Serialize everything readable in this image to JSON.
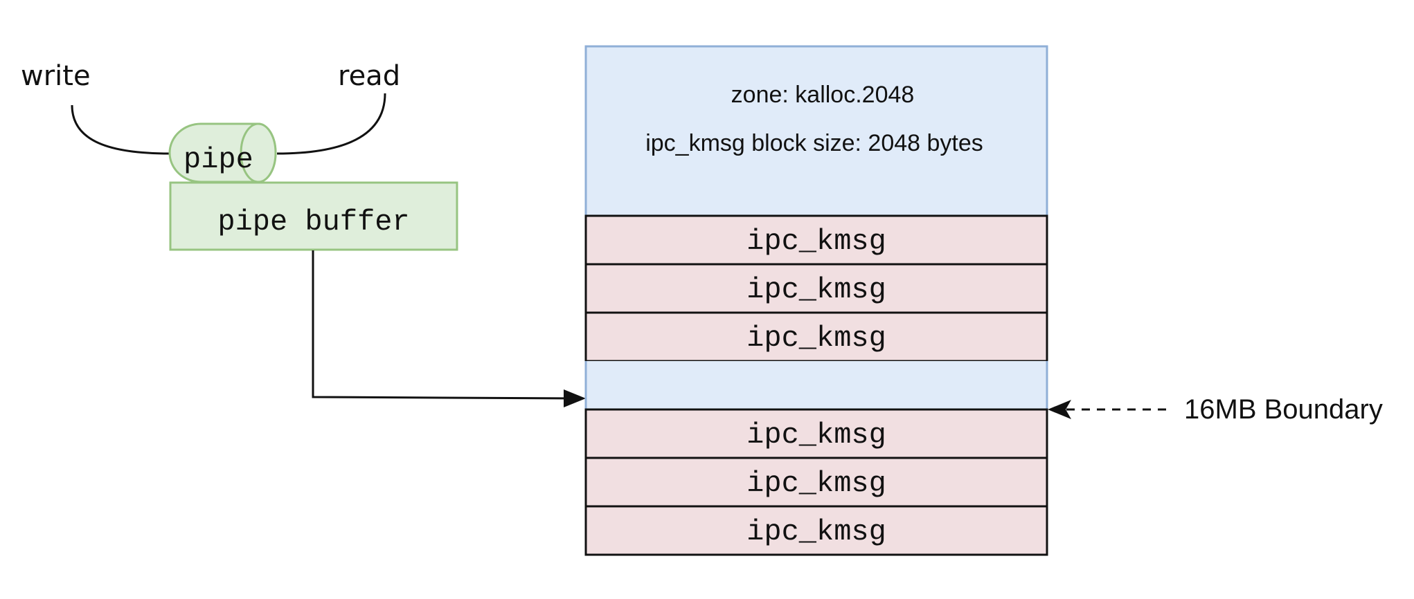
{
  "pipe": {
    "write_label": "write",
    "read_label": "read",
    "pipe_label": "pipe",
    "buffer_label": "pipe buffer"
  },
  "zone": {
    "name_label": "zone: kalloc.2048",
    "block_size_label": "ipc_kmsg block size: 2048 bytes",
    "blocks": [
      {
        "label": "ipc_kmsg"
      },
      {
        "label": "ipc_kmsg"
      },
      {
        "label": "ipc_kmsg"
      },
      {
        "label": ""
      },
      {
        "label": "ipc_kmsg"
      },
      {
        "label": "ipc_kmsg"
      },
      {
        "label": "ipc_kmsg"
      }
    ]
  },
  "boundary": {
    "label": "16MB Boundary"
  },
  "colors": {
    "green_fill": "#dfeedb",
    "green_stroke": "#97c481",
    "blue_fill": "#e0ebf9",
    "blue_stroke": "#8fafd7",
    "red_fill": "#f1dfe1",
    "line": "#111111"
  }
}
